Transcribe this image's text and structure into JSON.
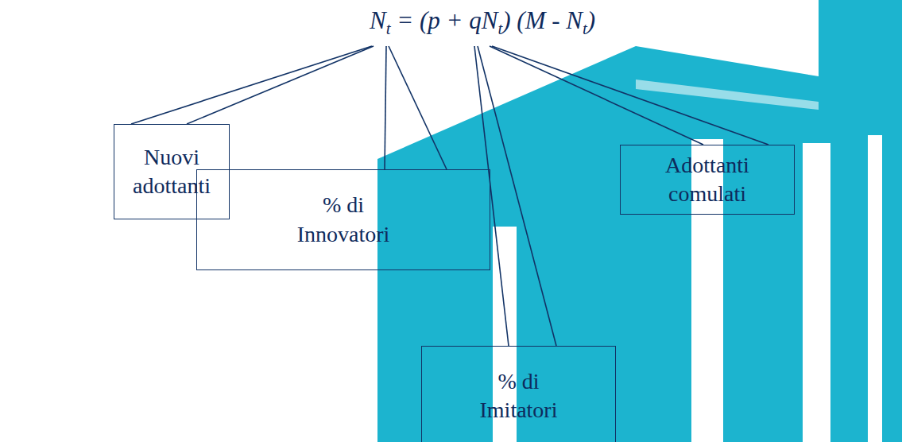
{
  "diagram": {
    "nodes": [
      {
        "text": [
          "Nuovi adottanti"
        ]
      },
      {
        "text": [
          "% di Innovatori"
        ]
      },
      {
        "text": [
          "Adottanti comulati"
        ]
      },
      {
        "text": [
          "% di Imitatori"
        ]
      }
    ],
    "labels": [
      "N",
      "t",
      " = (p + q",
      "N",
      "t",
      ") (M - ",
      "N",
      "t",
      ")"
    ]
  }
}
